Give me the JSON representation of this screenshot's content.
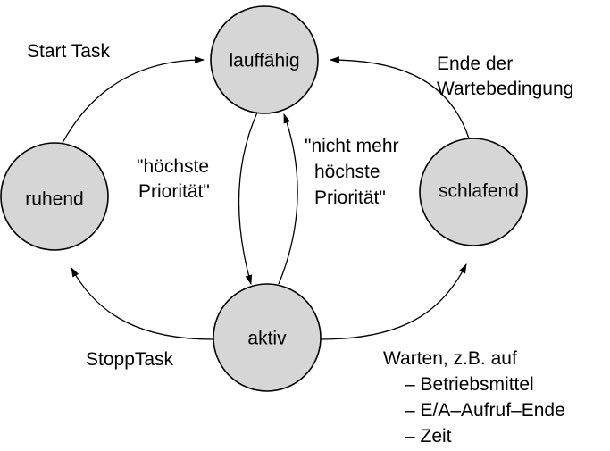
{
  "nodes": {
    "lauffaehig": "lauffähig",
    "ruhend": "ruhend",
    "schlafend": "schlafend",
    "aktiv": "aktiv"
  },
  "edges": {
    "start_task": "Start  Task",
    "wait_end_line1": "Ende der",
    "wait_end_line2": "Wartebedingung",
    "highest_line1": "\"höchste",
    "highest_line2": "Priorität\"",
    "not_highest_line1": "\"nicht mehr",
    "not_highest_line2": "höchste",
    "not_highest_line3": "Priorität\"",
    "stopp_task": "StoppTask",
    "warten_line1": "Warten, z.B. auf",
    "warten_item1": "– Betriebsmittel",
    "warten_item2": "– E/A–Aufruf–Ende",
    "warten_item3": "– Zeit"
  },
  "colors": {
    "node_fill": "#d6d6d6",
    "stroke": "#000000"
  }
}
